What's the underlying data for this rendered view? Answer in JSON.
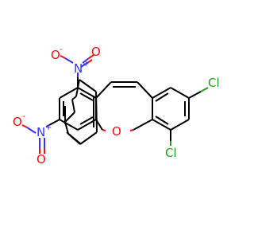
{
  "molecule": {
    "atoms": {
      "n_top": "N",
      "n_top_charge": "+",
      "o_top": "O",
      "o_top_charge": "-",
      "o_top_double": "O",
      "n_left": "N",
      "n_left_charge": "+",
      "o_left": "O",
      "o_left_charge": "-",
      "o_left_double": "O",
      "o_ring": "O",
      "cl_right": "Cl",
      "cl_bottom": "Cl"
    },
    "colors": {
      "carbon_bond": "#000000",
      "nitrogen": "#3333ff",
      "oxygen": "#ff0d0d",
      "chlorine": "#1fa01f"
    }
  }
}
